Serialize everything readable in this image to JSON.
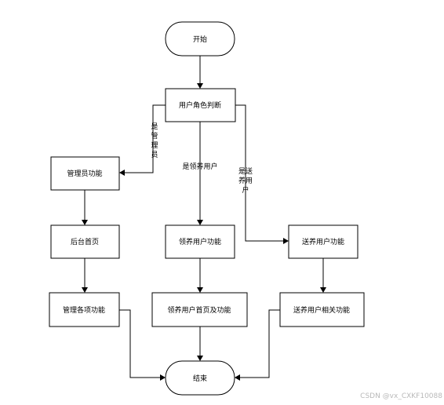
{
  "nodes": {
    "start": "开始",
    "role_judge": "用户角色判断",
    "admin": "管理员功能",
    "backend_home": "后台首页",
    "admin_items": "管理各项功能",
    "adopt_user": "领养用户功能",
    "adopt_home": "领养用户首页及功能",
    "foster_user": "送养用户功能",
    "foster_related": "送养用户相关功能",
    "end": "结束"
  },
  "edges": {
    "to_admin": [
      "是",
      "管",
      "理",
      "员"
    ],
    "to_adopt": "是领养用户",
    "to_foster": [
      "是送",
      "养用",
      "户"
    ]
  },
  "watermark": "CSDN @vx_CXKF10088"
}
